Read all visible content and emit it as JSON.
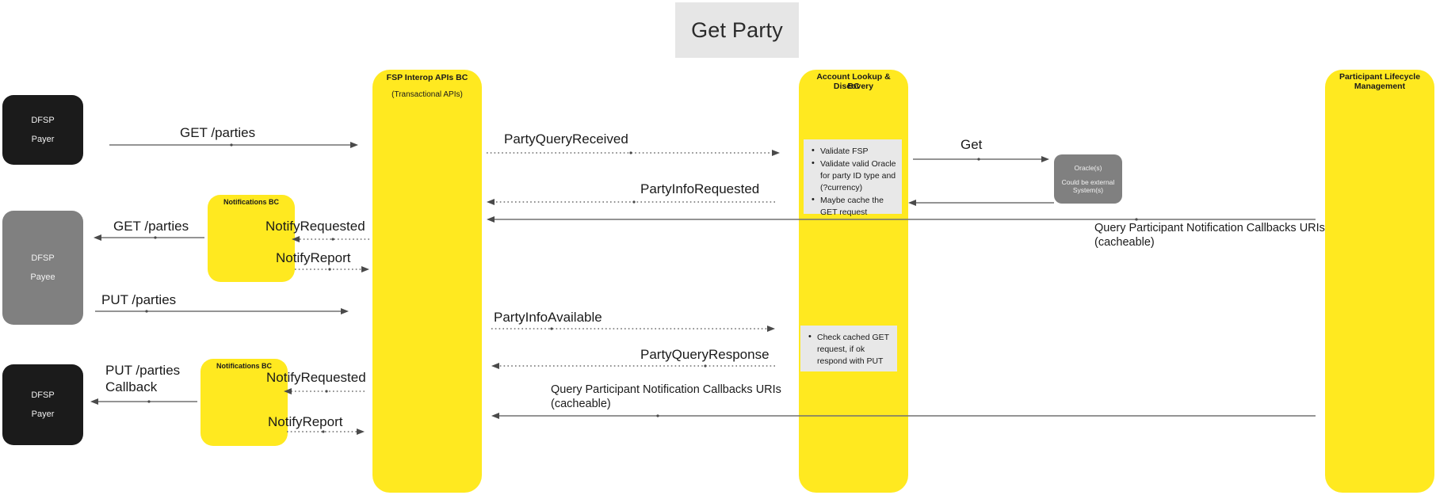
{
  "diagram": {
    "title": "Get Party",
    "type": "sequence-diagram"
  },
  "actors": {
    "dfsp_payer_top": {
      "line1": "DFSP",
      "line2": "Payer"
    },
    "dfsp_payee": {
      "line1": "DFSP",
      "line2": "Payee"
    },
    "dfsp_payer_bottom": {
      "line1": "DFSP",
      "line2": "Payer"
    },
    "oracle": {
      "line1": "Oracle(s)",
      "line2": "Could be external",
      "line3": "System(s)"
    }
  },
  "components": {
    "fsp_interop": {
      "title": "FSP Interop APIs BC",
      "subtitle": "(Transactional APIs)"
    },
    "account_lookup": {
      "title_line1": "Account Lookup & Discovery",
      "title_line2": "BC"
    },
    "participant_lifecycle": {
      "title_line1": "Participant Lifecycle",
      "title_line2": "Management"
    },
    "notifications_top": {
      "title": "Notifications BC"
    },
    "notifications_bottom": {
      "title": "Notifications BC"
    }
  },
  "notes": {
    "als_validate": {
      "items": [
        "Validate FSP",
        "Validate valid Oracle for party ID type and (?currency)",
        "Maybe cache the GET request"
      ]
    },
    "als_cache": {
      "items": [
        "Check cached GET request, if ok respond with PUT"
      ]
    }
  },
  "messages": {
    "get_parties_payer": "GET /parties",
    "party_query_received": "PartyQueryReceived",
    "get_oracle": "Get",
    "party_info_requested": "PartyInfoRequested",
    "get_parties_payee": "GET /parties",
    "notify_requested_top": "NotifyRequested",
    "query_callbacks_top_line1": "Query Participant Notification Callbacks URIs",
    "query_callbacks_top_line2": "(cacheable)",
    "notify_report_top": "NotifyReport",
    "put_parties_payee": "PUT /parties",
    "party_info_available": "PartyInfoAvailable",
    "party_query_response": "PartyQueryResponse",
    "put_parties_callback_line1": "PUT /parties",
    "put_parties_callback_line2": "Callback",
    "notify_requested_bottom": "NotifyRequested",
    "query_callbacks_bottom_line1": "Query Participant Notification Callbacks URIs",
    "query_callbacks_bottom_line2": "(cacheable)",
    "notify_report_bottom": "NotifyReport"
  },
  "colors": {
    "yellow": "#ffe920",
    "dark_actor": "#1b1b1b",
    "gray_actor": "#808080",
    "note_bg": "#e8e8e8",
    "title_bg": "#e6e6e6",
    "line": "#707070"
  }
}
